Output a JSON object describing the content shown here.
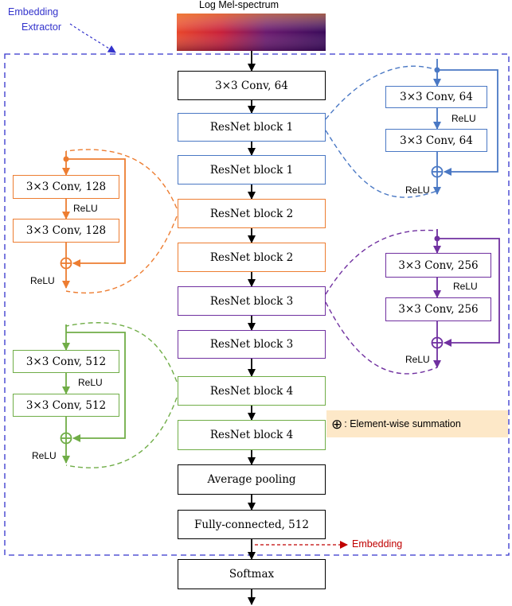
{
  "input_label": "Log Mel-spectrum",
  "extractor_label_line1": "Embedding",
  "extractor_label_line2": "Extractor",
  "main_blocks": [
    "3×3 Conv, 64",
    "ResNet block 1",
    "ResNet block 1",
    "ResNet block 2",
    "ResNet block 2",
    "ResNet block 3",
    "ResNet block 3",
    "ResNet block 4",
    "ResNet block 4",
    "Average pooling",
    "Fully-connected, 512",
    "Softmax"
  ],
  "detail_blocks": {
    "block1": [
      "3×3 Conv, 64",
      "3×3 Conv, 64"
    ],
    "block2": [
      "3×3 Conv, 128",
      "3×3 Conv, 128"
    ],
    "block3": [
      "3×3 Conv, 256",
      "3×3 Conv, 256"
    ],
    "block4": [
      "3×3 Conv, 512",
      "3×3 Conv, 512"
    ]
  },
  "relu_label": "ReLU",
  "embedding_label": "Embedding",
  "legend": {
    "symbol": "⊕",
    "text": ": Element-wise summation"
  },
  "colors": {
    "block1": "#4a78c4",
    "block2": "#ed7d31",
    "block3": "#7030a0",
    "block4": "#70ad47",
    "extractor": "#3333cc",
    "embedding": "#c00000"
  }
}
